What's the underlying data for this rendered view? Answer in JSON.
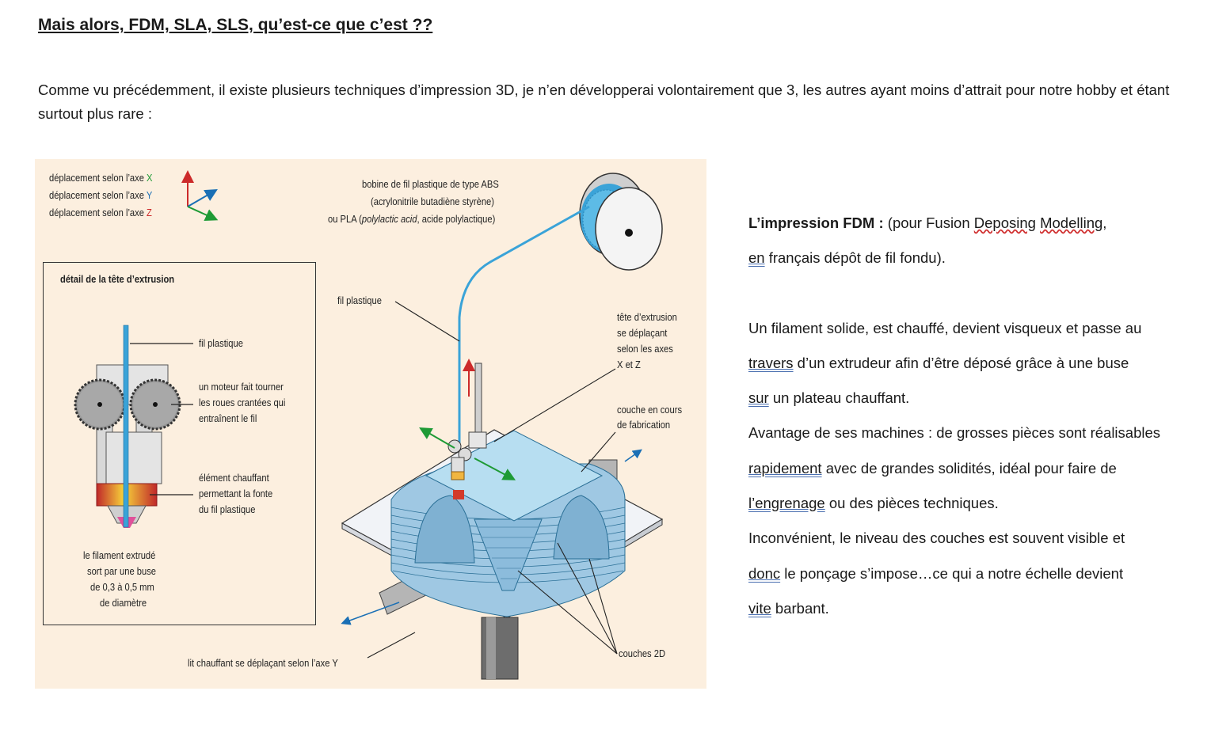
{
  "heading": "Mais alors, FDM, SLA, SLS, qu’est-ce que c’est ??",
  "intro": "Comme vu précédemment, il existe plusieurs techniques d’impression 3D, je n’en développerai volontairement que 3, les autres ayant moins d’attrait pour notre hobby et étant surtout plus rare :",
  "figure": {
    "legend": {
      "x_text": "déplacement selon l’axe ",
      "x_letter": "X",
      "y_text": "déplacement selon l’axe ",
      "y_letter": "Y",
      "z_text": "déplacement selon l’axe ",
      "z_letter": "Z"
    },
    "spool_label_1": "bobine de fil plastique de type ABS",
    "spool_label_2": "(acrylonitrile butadiène styrène)",
    "spool_label_3a": "ou PLA (",
    "spool_label_3b": "polylactic acid",
    "spool_label_3c": ", acide polylactique)",
    "detail_title": "détail de la tête d’extrusion",
    "detail_fil": "fil plastique",
    "detail_motor_1": "un moteur fait tourner",
    "detail_motor_2": "les roues crantées qui",
    "detail_motor_3": "entraînent le fil",
    "detail_heat_1": "élément chauffant",
    "detail_heat_2": "permettant la fonte",
    "detail_heat_3": "du fil plastique",
    "detail_nozzle_1": "le filament extrudé",
    "detail_nozzle_2": "sort par une buse",
    "detail_nozzle_3": "de 0,3 à 0,5 mm",
    "detail_nozzle_4": "de diamètre",
    "fil_plastique": "fil plastique",
    "head_1": "tête d’extrusion",
    "head_2": "se déplaçant",
    "head_3": "selon les axes",
    "head_4": "X et Z",
    "layer_1": "couche en cours",
    "layer_2": "de fabrication",
    "bed": "lit chauffant se déplaçant selon l’axe Y",
    "layers_2d": "couches 2D",
    "colors": {
      "background": "#fcefdf",
      "filament": "#3aa3d8",
      "x_axis": "#1e9a35",
      "y_axis": "#1a6fb5",
      "z_axis": "#cc2a2a"
    }
  },
  "right": {
    "p1_bold": "L’impression FDM :",
    "p1_a": " (pour Fusion ",
    "p1_w1": "Deposing",
    "p1_sp": " ",
    "p1_w2": "Modelling",
    "p1_b": ",",
    "p2_en": "en",
    "p2_rest": " français dépôt de fil fondu).",
    "l3": "Un filament solide, est chauffé, devient visqueux et passe au",
    "l4_u": "travers",
    "l4_rest": " d’un extrudeur afin d’être déposé grâce à une buse",
    "l5_u": "sur",
    "l5_rest": " un plateau chauffant.",
    "l6": "Avantage de ses machines : de grosses pièces sont réalisables",
    "l7_u": "rapidement",
    "l7_rest": " avec de grandes solidités, idéal pour faire de",
    "l8_u": "l’engrenage",
    "l8_rest": " ou des pièces techniques.",
    "l9": "Inconvénient, le niveau des couches est souvent visible et",
    "l10_u": "donc",
    "l10_rest": " le ponçage s’impose…ce qui a notre échelle devient",
    "l11_u": "vite",
    "l11_rest": " barbant."
  }
}
